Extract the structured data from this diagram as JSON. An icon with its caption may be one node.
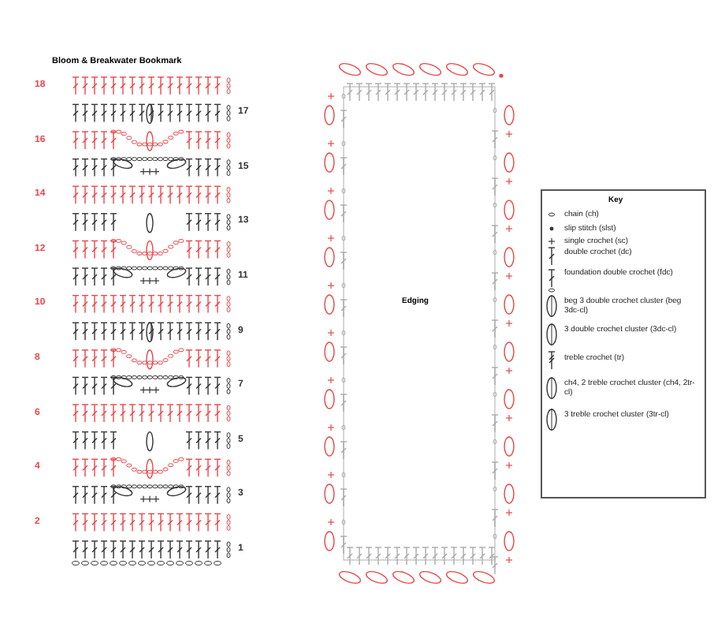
{
  "diagram": {
    "title": "Bloom & Breakwater Bookmark",
    "labels": [
      "18",
      "17",
      "16",
      "15",
      "14",
      "13",
      "12",
      "11",
      "10",
      "9",
      "8",
      "7",
      "6",
      "5",
      "4",
      "3",
      "2",
      "1",
      "Edging",
      "Key"
    ],
    "legend": [
      {
        "text": "chain (ch)"
      },
      {
        "text": "slip stitch (slst)"
      },
      {
        "text": "single crochet (sc)"
      },
      {
        "text": "double crochet (dc)"
      },
      {
        "text": "foundation double crochet (fdc)"
      },
      {
        "text": "beg 3 double crochet cluster (beg 3dc-cl)"
      },
      {
        "text": "3 double crochet cluster (3dc-cl)"
      },
      {
        "text": "treble crochet (tr)"
      },
      {
        "text": "ch4, 2 treble crochet cluster (ch4, 2tr-cl)"
      },
      {
        "text": "3 treble crochet cluster (3tr-cl)"
      }
    ]
  }
}
